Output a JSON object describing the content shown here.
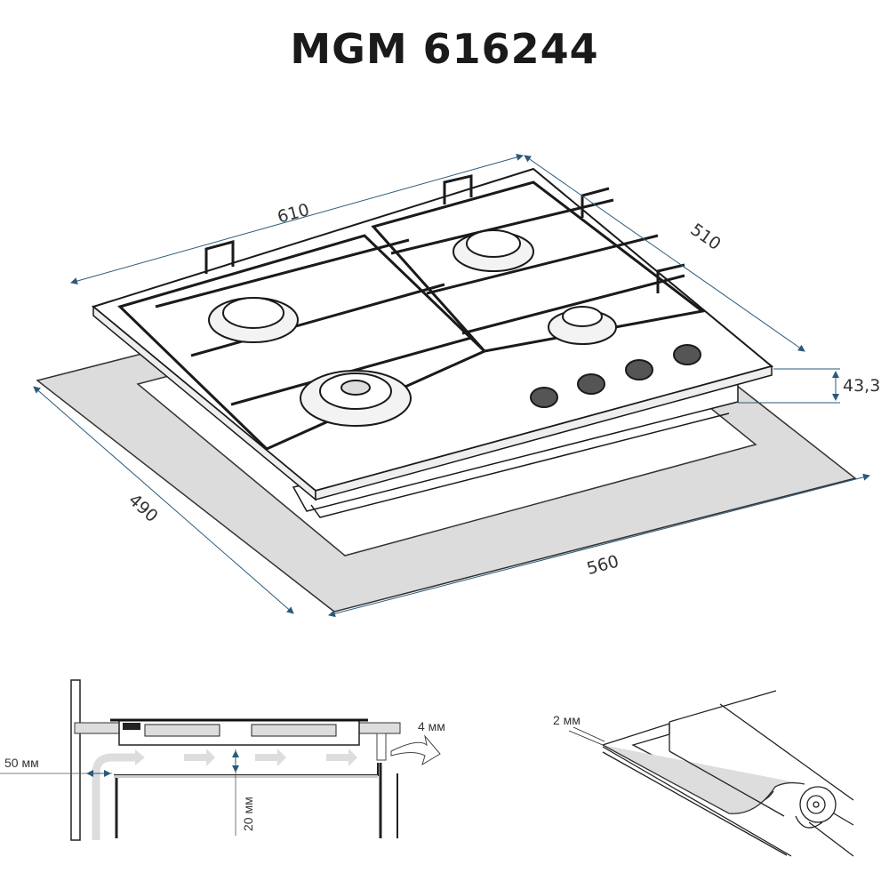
{
  "title": "MGM 616244",
  "hob_dimensions": {
    "width": "610",
    "depth": "510",
    "height": "43,3"
  },
  "cutout_dimensions": {
    "depth": "490",
    "width": "560"
  },
  "installation_section": {
    "wall_gap": "50 мм",
    "air_gap": "20 мм",
    "rear_gap": "4 мм"
  },
  "seal_detail": {
    "seal_thickness": "2 мм"
  },
  "colors": {
    "dimension_line": "#2a5a7a",
    "cutout_plate": "#d9d9d9",
    "air_arrow": "#d6d6d6",
    "outline": "#1a1a1a"
  }
}
